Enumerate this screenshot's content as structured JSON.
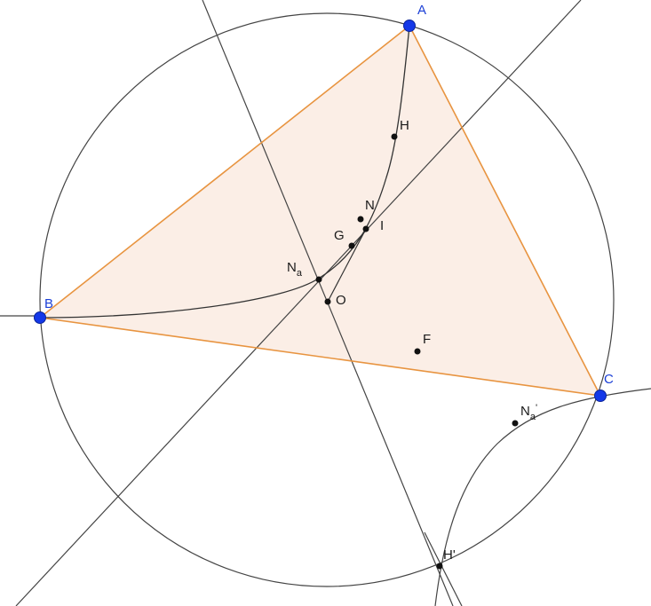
{
  "colors": {
    "vertex": "#1438e8",
    "triangle_fill": "#fbeee6",
    "triangle_stroke": "#e89440",
    "line": "#444444",
    "point": "#111111"
  },
  "labels": {
    "A": "A",
    "B": "B",
    "C": "C",
    "H": "H",
    "N": "N",
    "I": "I",
    "G": "G",
    "Na_main": "N",
    "Na_sub": "a",
    "O": "O",
    "F": "F",
    "Na2_main": "N",
    "Na2_sub": "a",
    "Na2_prime": "'",
    "Hprime": "H'"
  }
}
